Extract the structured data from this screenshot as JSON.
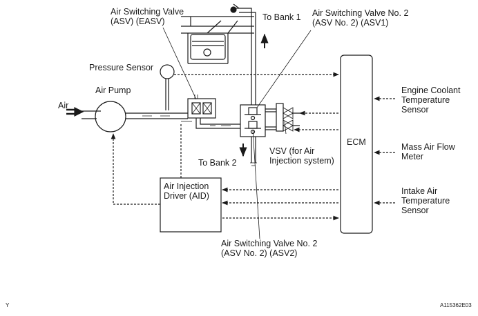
{
  "labels": {
    "asv_easv": "Air Switching Valve\n(ASV) (EASV)",
    "asv1": "Air Switching Valve No. 2\n(ASV No. 2) (ASV1)",
    "asv2": "Air Switching Valve No. 2\n(ASV No. 2) (ASV2)",
    "to_bank1": "To Bank 1",
    "to_bank2": "To Bank 2",
    "pressure_sensor": "Pressure Sensor",
    "air_pump": "Air Pump",
    "air": "Air",
    "vsv": "VSV (for Air\nInjection system)",
    "aid": "Air Injection\nDriver (AID)",
    "ecm": "ECM",
    "coolant_sensor": "Engine Coolant\nTemperature\nSensor",
    "maf": "Mass Air Flow\nMeter",
    "intake_sensor": "Intake Air\nTemperature\nSensor",
    "corner_code": "Y",
    "figure_id": "A115362E03"
  }
}
